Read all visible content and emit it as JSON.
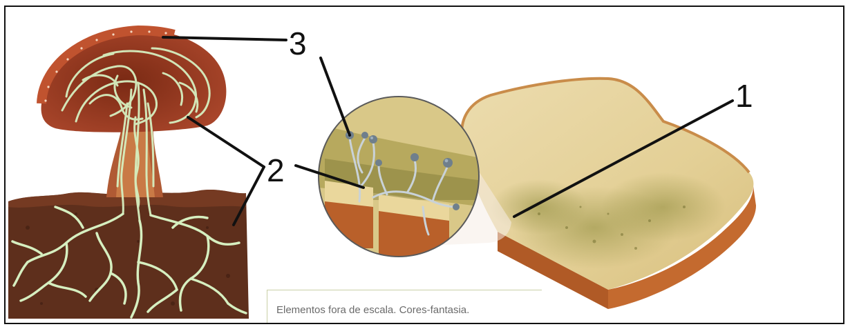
{
  "labels": {
    "one": "1",
    "two": "2",
    "three": "3"
  },
  "caption": "Elementos fora de escala. Cores-fantasia.",
  "colors": {
    "frame": "#111111",
    "hyphae": "#d6efc0",
    "soil": "#5e2f1c",
    "cap": "#a8452a",
    "bread_crust": "#c46a2f",
    "bread_crumb": "#e8d6a2",
    "mold": "#8c8a3a",
    "sporangia": "#6f7f8c"
  }
}
